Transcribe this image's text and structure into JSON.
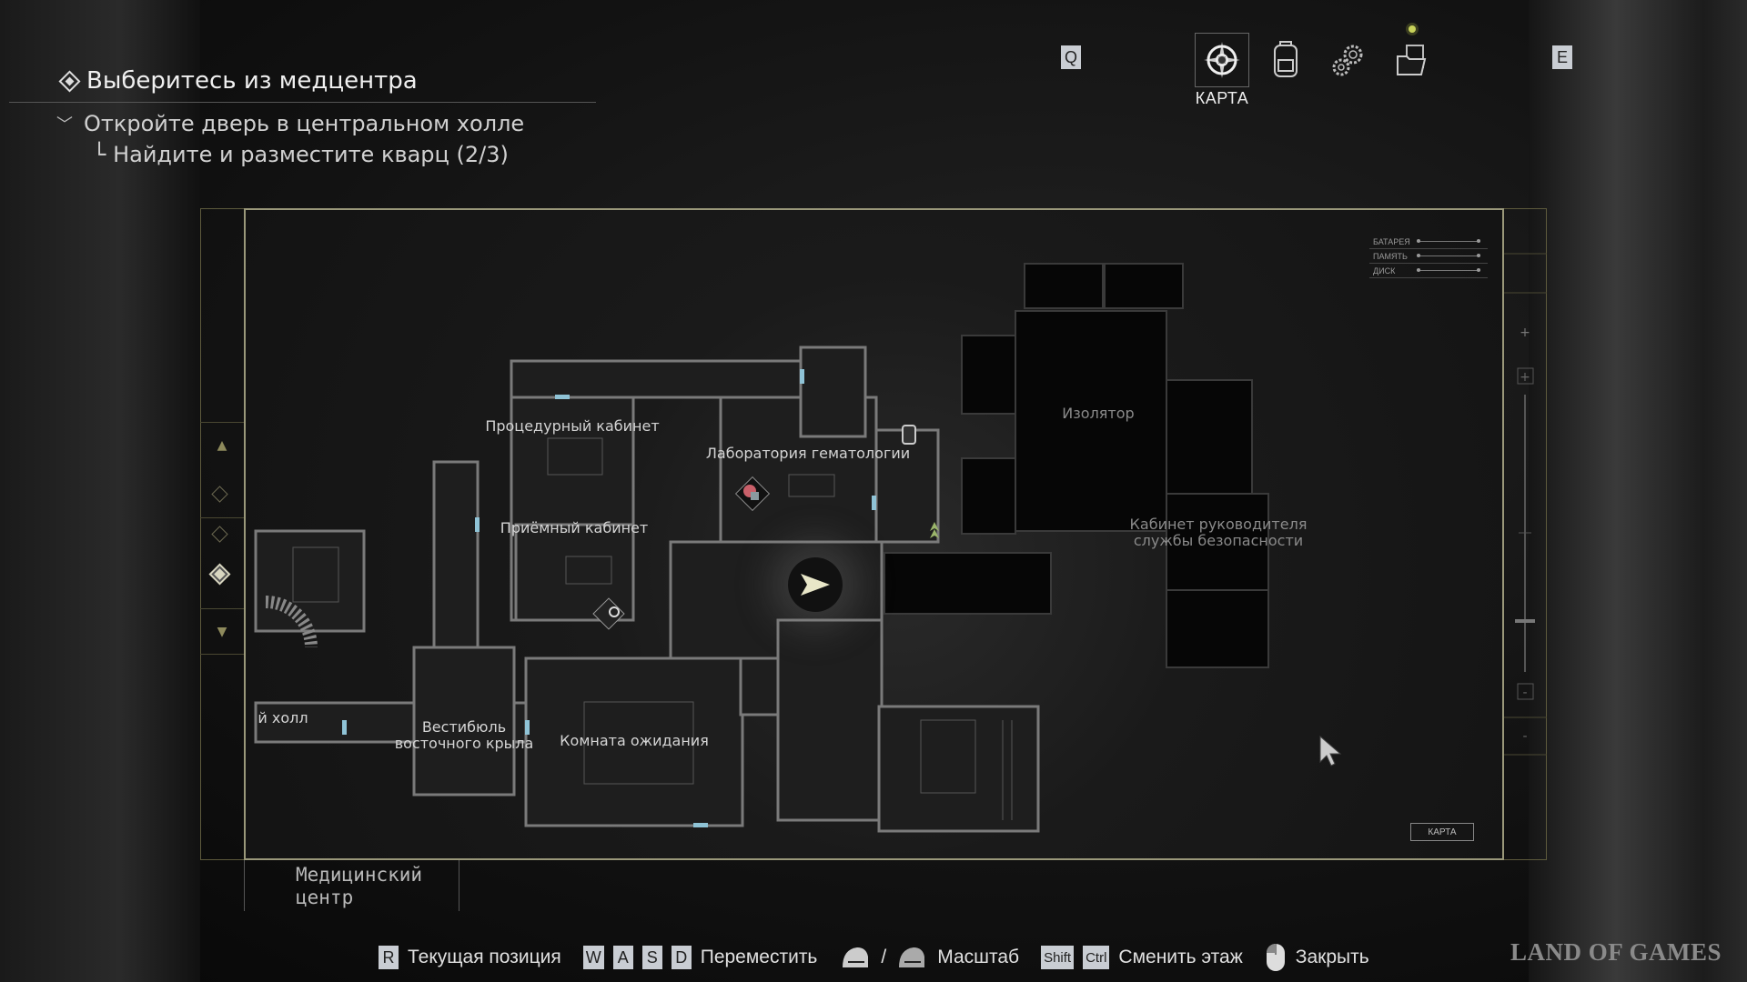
{
  "quest": {
    "title": "Выберитесь из медцентра",
    "objective": "Откройте дверь в центральном холле",
    "subobjective": "└ Найдите и разместите кварц (2/3)"
  },
  "tabs": {
    "prev_key": "Q",
    "next_key": "E",
    "items": [
      {
        "icon": "compass-map-icon",
        "label": "КАРТА",
        "active": true
      },
      {
        "icon": "backpack-icon",
        "active": false
      },
      {
        "icon": "gears-icon",
        "active": false
      },
      {
        "icon": "files-icon",
        "active": false,
        "notification": true
      }
    ]
  },
  "status_panel": [
    {
      "label": "БАТАРЕЯ"
    },
    {
      "label": "ПАМЯТЬ"
    },
    {
      "label": "ДИСК"
    }
  ],
  "map": {
    "area_name": "Медицинский центр",
    "map_button": "КАРТА",
    "zoom_level_fraction": 0.2,
    "floor_selected": 3,
    "floor_count": 3,
    "rooms": {
      "procedure": "Процедурный кабинет",
      "hematology": "Лаборатория гематологии",
      "reception": "Приёмный кабинет",
      "isolator": "Изолятор",
      "security_head": "Кабинет руководителя службы безопасности",
      "hall": "й холл",
      "vestibule": "Вестибюль восточного крыла",
      "waiting": "Комната ожидания"
    }
  },
  "hints": {
    "current_pos_key": "R",
    "current_pos": "Текущая позиция",
    "move_keys": [
      "W",
      "A",
      "S",
      "D"
    ],
    "move": "Переместить",
    "zoom_sep": "/",
    "zoom": "Масштаб",
    "floor_keys": [
      "Shift",
      "Ctrl"
    ],
    "floor": "Сменить этаж",
    "close": "Закрыть"
  },
  "watermark": "LAND OF GAMES",
  "colors": {
    "accent": "#9a987a",
    "door": "#8fc3d6",
    "notification": "#c8d25a"
  }
}
